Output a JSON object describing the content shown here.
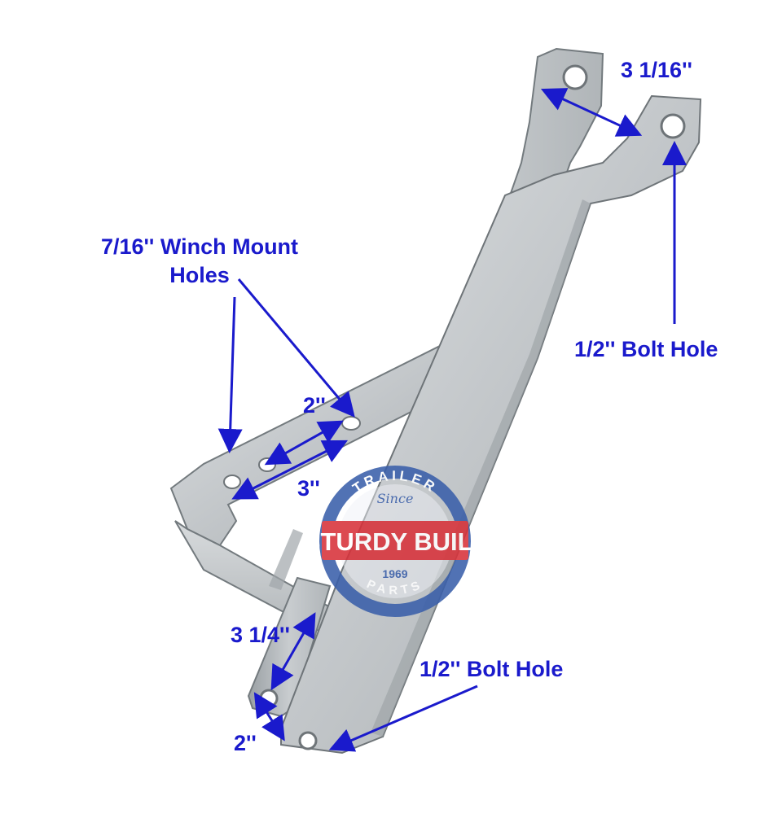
{
  "colors": {
    "annotation": "#1a1acc",
    "metal_light": "#d3d6d8",
    "metal_mid": "#b6babd",
    "metal_dark": "#8e9498",
    "metal_edge": "#6e7478",
    "badge_blue": "#3a5faa",
    "badge_red": "#d8323a"
  },
  "labels": {
    "top_spacing": "3 1/16''",
    "winch_mount_line1": "7/16'' Winch Mount",
    "winch_mount_line2": "Holes",
    "top_bolt_hole": "1/2'' Bolt Hole",
    "hole_spacing_small": "2''",
    "hole_spacing_large": "3''",
    "lower_length": "3 1/4''",
    "bottom_bolt_hole": "1/2'' Bolt Hole",
    "bottom_spacing": "2''"
  },
  "logo": {
    "top_text": "TRAILER",
    "script_text": "Since",
    "main_text": "STURDY BUILT",
    "year_text": "1969",
    "bottom_text": "PARTS"
  }
}
